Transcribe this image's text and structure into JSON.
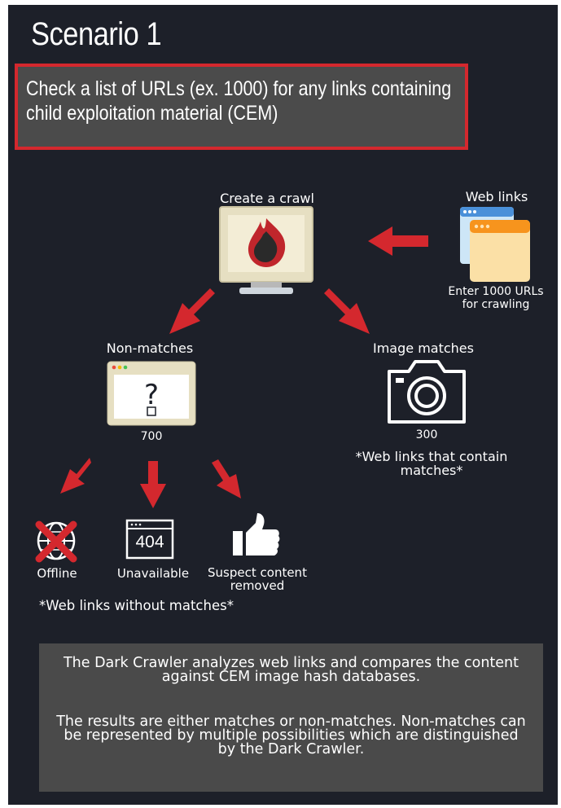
{
  "title": "Scenario 1",
  "task": "Check a list of URLs (ex. 1000) for any links containing child exploitation material (CEM)",
  "nodes": {
    "crawl": {
      "label": "Create a crawl"
    },
    "weblinks": {
      "label": "Web links",
      "caption": "Enter 1000 URLs for crawling"
    },
    "nonmatches": {
      "label": "Non-matches",
      "count": "700"
    },
    "imagematches": {
      "label": "Image matches",
      "count": "300",
      "note": "*Web links that contain matches*"
    },
    "offline": {
      "label": "Offline"
    },
    "unavailable": {
      "label": "Unavailable",
      "code": "404"
    },
    "removed": {
      "label": "Suspect content removed"
    },
    "without_note": "*Web links without matches*"
  },
  "summary": {
    "para1": "The Dark Crawler analyzes web links and compares the content against CEM image hash databases.",
    "para2": "The results are either matches or non-matches. Non-matches can be represented by multiple possibilities which are distinguished by the Dark Crawler."
  },
  "colors": {
    "background": "#1d2029",
    "accent_red": "#d4282e",
    "box_grey": "#4b4b4b",
    "monitor_beige": "#e6dfc2",
    "browser_orange": "#f7941d"
  }
}
